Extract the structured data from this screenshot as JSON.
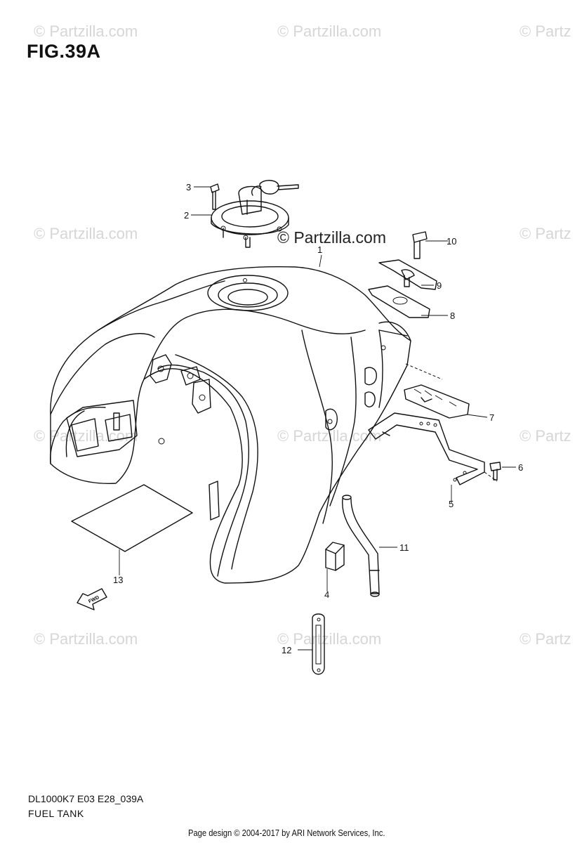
{
  "figure": {
    "title": "FIG.39A",
    "code": "DL1000K7 E03 E28_039A",
    "caption": "FUEL TANK"
  },
  "watermark": {
    "main": "© Partzilla.com",
    "repeat": "© Partzilla.com",
    "edge": "© Partz"
  },
  "callouts": [
    "1",
    "2",
    "3",
    "4",
    "5",
    "6",
    "7",
    "8",
    "9",
    "10",
    "11",
    "12",
    "13"
  ],
  "fwd_label": "FWD",
  "footer": "Page design © 2004-2017 by ARI Network Services, Inc."
}
